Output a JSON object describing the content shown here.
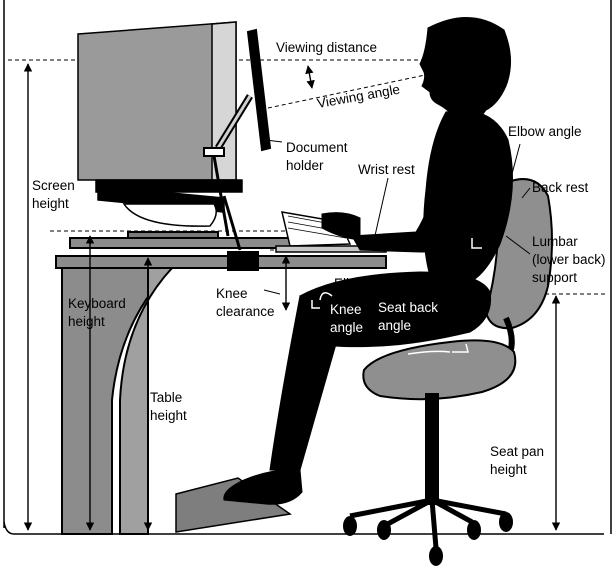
{
  "labels": {
    "viewing_distance": "Viewing distance",
    "viewing_angle": "Viewing angle",
    "document_holder": [
      "Document",
      "holder"
    ],
    "screen_height": [
      "Screen",
      "height"
    ],
    "wrist_rest": "Wrist rest",
    "elbow_angle": "Elbow angle",
    "back_rest": "Back rest",
    "lumbar_support": [
      "Lumbar",
      "(lower back)",
      "support"
    ],
    "elbow_rest": "Elbow rest",
    "knee_clearance": [
      "Knee",
      "clearance"
    ],
    "keyboard_height": [
      "Keyboard",
      "height"
    ],
    "knee_angle": [
      "Knee",
      "angle"
    ],
    "seat_back_angle": [
      "Seat back",
      "angle"
    ],
    "table_height": [
      "Table",
      "height"
    ],
    "seat_pan_height": [
      "Seat pan",
      "height"
    ]
  },
  "colors": {
    "ink": "#000000",
    "monitor_gray": "#9a9a9a",
    "desk_gray": "#8c8c8c",
    "chair_gray": "#8f8f8f",
    "footrest_gray": "#7e7e7e",
    "keyboard_gray": "#c8c8c8"
  }
}
